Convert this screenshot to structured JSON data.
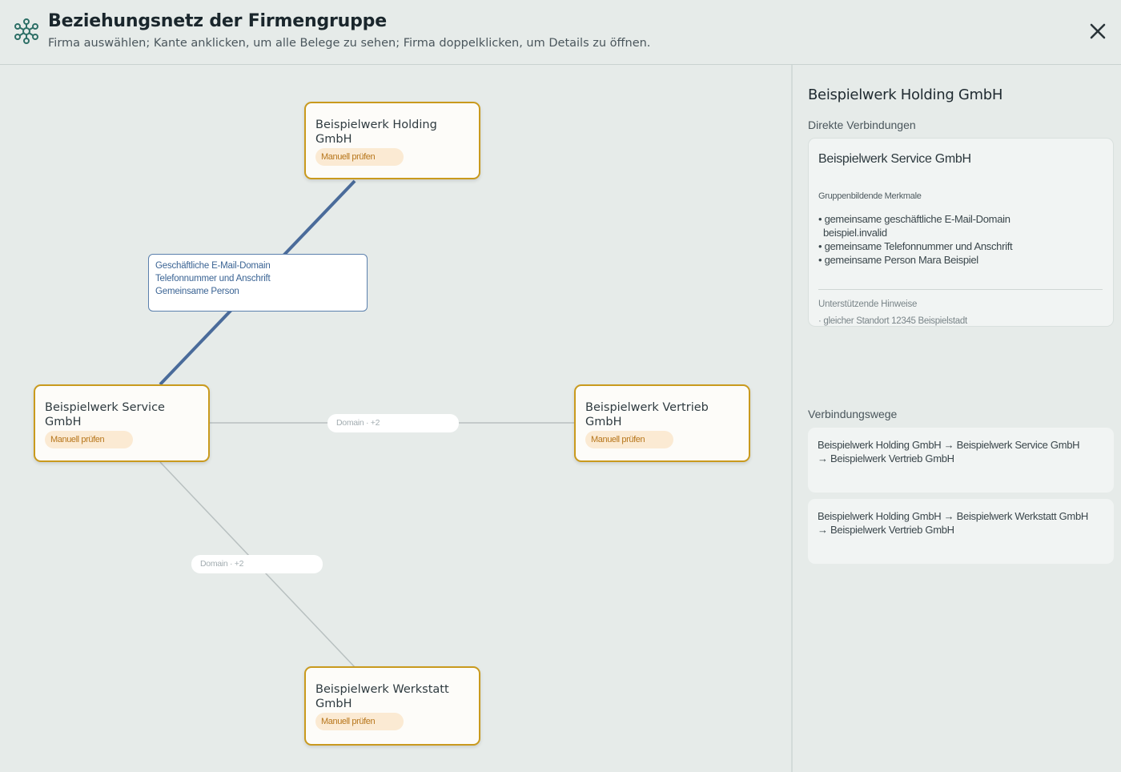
{
  "header": {
    "title": "Beziehungsnetz der Firmengruppe",
    "subtitle": "Firma auswählen; Kante anklicken, um alle Belege zu sehen; Firma doppelklicken, um Details zu öffnen.",
    "icon": "network-icon",
    "close_icon": "close-icon"
  },
  "graph": {
    "nodes": {
      "holding": {
        "name": "Beispielwerk Holding GmbH",
        "badge": "Manuell prüfen"
      },
      "service": {
        "name": "Beispielwerk Service GmbH",
        "badge": "Manuell prüfen"
      },
      "vertrieb": {
        "name": "Beispielwerk Vertrieb GmbH",
        "badge": "Manuell prüfen"
      },
      "werkstatt": {
        "name": "Beispielwerk Werkstatt GmbH",
        "badge": "Manuell prüfen"
      }
    },
    "edges": {
      "holding_service": {
        "label_lines": [
          "Geschäftliche E-Mail-Domain",
          "Telefonnummer und Anschrift",
          "Gemeinsame Person"
        ],
        "highlighted": true
      },
      "service_vertrieb": {
        "label": "Domain · +2"
      },
      "service_werkstatt": {
        "label": "Domain · +2"
      }
    },
    "colors": {
      "node_border": "#c99a1e",
      "badge_bg": "#fbead3",
      "badge_text": "#b7761b",
      "edge_highlight": "#4a6b9a",
      "edge_default": "#b8c0c0"
    }
  },
  "panel": {
    "title": "Beispielwerk Holding GmbH",
    "direct_label": "Direkte Verbindungen",
    "connection": {
      "name": "Beispielwerk Service GmbH",
      "features_label": "Gruppenbildende Merkmale",
      "features": [
        "• gemeinsame geschäftliche E-Mail-Domain",
        "beispiel.invalid",
        "• gemeinsame Telefonnummer und Anschrift",
        "• gemeinsame Person Mara Beispiel"
      ],
      "hints_label": "Unterstützende Hinweise",
      "hints": [
        "· gleicher Standort 12345 Beispielstadt"
      ]
    },
    "paths_label": "Verbindungswege",
    "paths": [
      {
        "line1": "Beispielwerk Holding GmbH → Beispielwerk Service GmbH",
        "line2": "→ Beispielwerk Vertrieb GmbH"
      },
      {
        "line1": "Beispielwerk Holding GmbH → Beispielwerk Werkstatt GmbH",
        "line2": "→ Beispielwerk Vertrieb GmbH"
      }
    ]
  }
}
